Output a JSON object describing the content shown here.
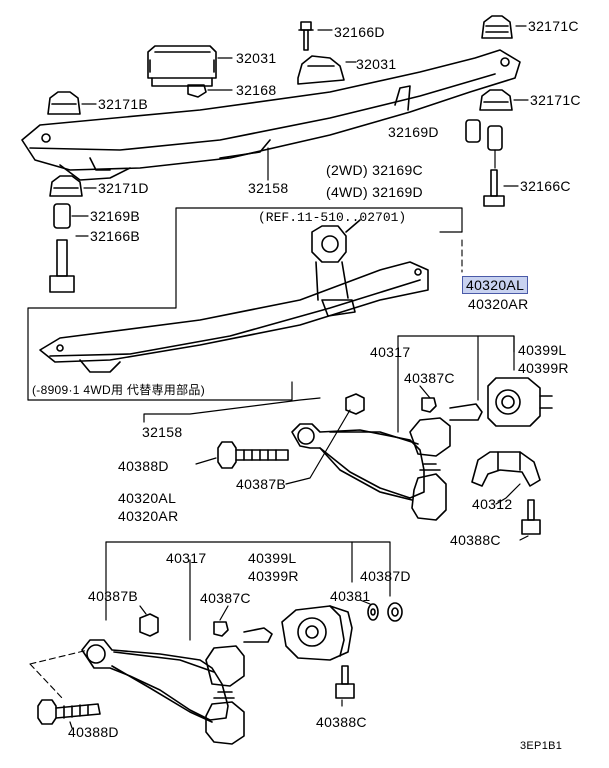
{
  "labels": {
    "p32166D": "32166D",
    "p32171C_top": "32171C",
    "p32031_a": "32031",
    "p32031_b": "32031",
    "p32168": "32168",
    "p32171B": "32171B",
    "p32171C_mid": "32171C",
    "p32169D": "32169D",
    "p32169C_2wd": "(2WD) 32169C",
    "p32169D_4wd": "(4WD) 32169D",
    "p32158_top": "32158",
    "p32171D": "32171D",
    "p32166C": "32166C",
    "p32169B": "32169B",
    "p32166B": "32166B",
    "ref_note": "(REF.11-510..02701)",
    "p40320AL_hl": "40320AL",
    "p40320AR_a": "40320AR",
    "range_note": "(-8909·1  4WD用  代替専用部品)",
    "p40317_a": "40317",
    "p40399L_a": "40399L",
    "p40399R_a": "40399R",
    "p40387C_a": "40387C",
    "p32158_bottom": "32158",
    "p40388D_a": "40388D",
    "p40387B_a": "40387B",
    "p40312": "40312",
    "p40388C_a": "40388C",
    "p40320AL_b": "40320AL",
    "p40320AR_b": "40320AR",
    "p40317_b": "40317",
    "p40399L_b": "40399L",
    "p40399R_b": "40399R",
    "p40387D": "40387D",
    "p40387B_b": "40387B",
    "p40387C_b": "40387C",
    "p40381": "40381",
    "p40388C_b": "40388C",
    "p40388D_b": "40388D",
    "code": "3EP1B1"
  },
  "highlight_color": "#c8d2f0"
}
